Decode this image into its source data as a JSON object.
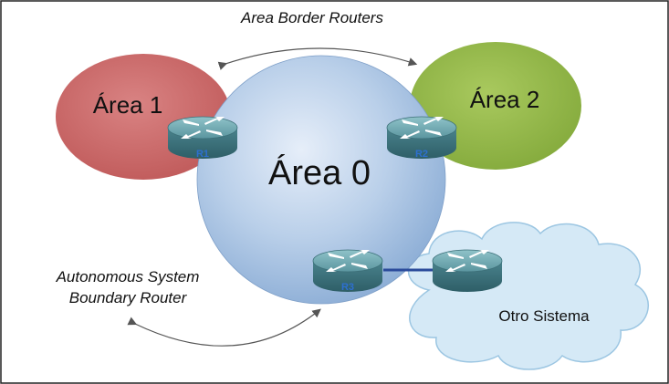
{
  "diagram": {
    "labels": {
      "area_border_routers": "Area Border Routers",
      "asbr_line1": "Autonomous System",
      "asbr_line2": "Boundary Router",
      "area1": "Área 1",
      "area2": "Área 2",
      "area0": "Área 0",
      "other_system": "Otro Sistema"
    },
    "routers": [
      {
        "id": "r1",
        "label": "R1"
      },
      {
        "id": "r2",
        "label": "R2"
      },
      {
        "id": "r3",
        "label": "R3"
      },
      {
        "id": "r4",
        "label": ""
      }
    ],
    "colors": {
      "area1": "#cd6b6b",
      "area2": "#93b84a",
      "area0": "#a9c3e4",
      "cloud": "#d5e9f6",
      "router_body": "#4f8a94",
      "router_label": "#2d6fd0",
      "link": "#2b4b9b",
      "arrow": "#555555"
    }
  }
}
